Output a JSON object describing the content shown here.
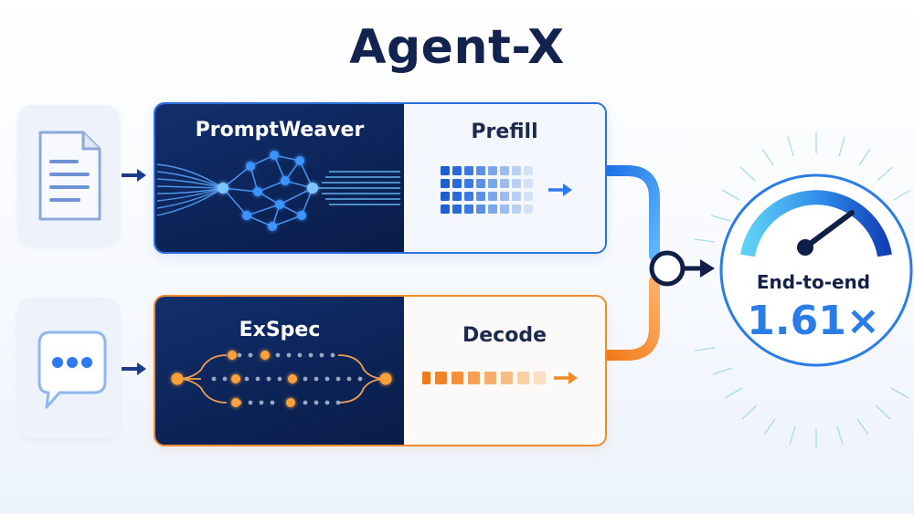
{
  "title": "Agent-X",
  "inputs": {
    "top_icon": "document-icon",
    "bottom_icon": "chat-bubble-icon"
  },
  "top_stage": {
    "dark_label": "PromptWeaver",
    "light_label": "Prefill",
    "accent_color": "#2b6fe0"
  },
  "bottom_stage": {
    "dark_label": "ExSpec",
    "light_label": "Decode",
    "accent_color": "#f08a2b"
  },
  "result": {
    "label": "End-to-end",
    "value": "1.61×",
    "value_color": "#2a7ce6",
    "icon": "speedometer-icon"
  }
}
